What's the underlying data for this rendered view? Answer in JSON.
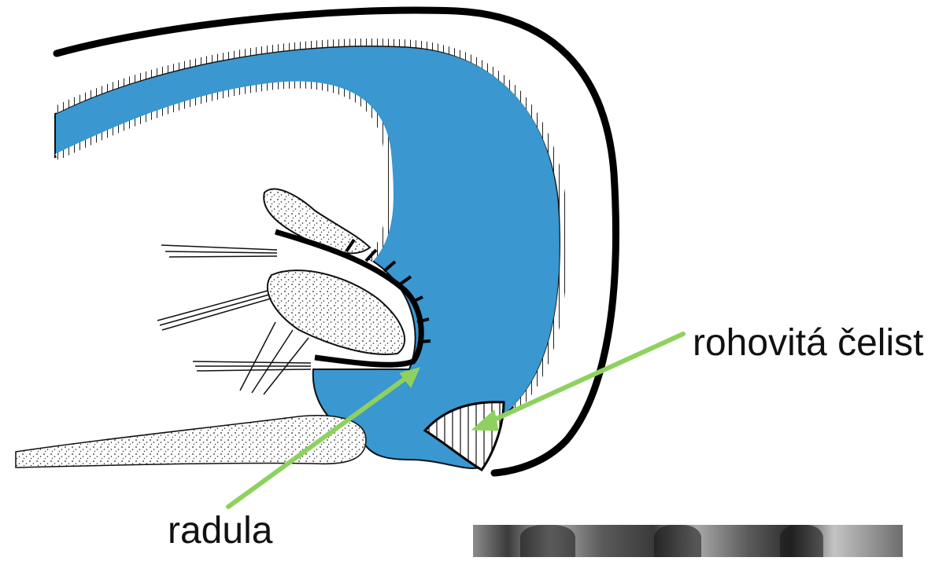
{
  "labels": {
    "jaw": "rohovitá čelist",
    "radula": "radula"
  },
  "colors": {
    "tissue_fill": "#3a97cf",
    "arrow_green": "#8fd15f",
    "outline": "#000000",
    "background": "#ffffff"
  },
  "figure": {
    "subject": "snail head cross-section (buccal mass)",
    "photo_inset": "grayscale microscope photo (partially visible)"
  }
}
